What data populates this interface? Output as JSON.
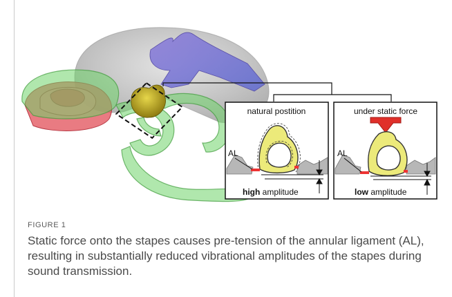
{
  "figure": {
    "panel_left_title": "natural postition",
    "panel_right_title": "under static force",
    "al_label": "AL",
    "left_amp_bold": "high",
    "right_amp_bold": "low",
    "amp_word": " amplitude"
  },
  "caption": {
    "label": "FIGURE 1",
    "text": "Static force onto the stapes causes pre-tension of the annular ligament (AL), resulting in substantially reduced vibrational amplitudes of the stapes during sound transmission."
  }
}
